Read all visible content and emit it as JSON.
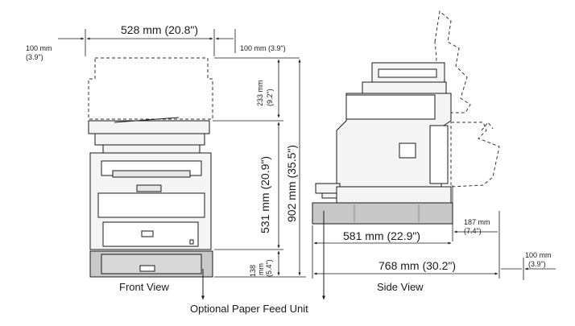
{
  "front_view": {
    "caption": "Front View",
    "dims": {
      "width_top": "528 mm (20.8\")",
      "clear_left_a": "100 mm",
      "clear_left_b": "(3.9\")",
      "clear_right": "100 mm (3.9\")",
      "clear_top_a": "233 mm",
      "clear_top_b": "(9.2\")",
      "height_main": "531 mm (20.9\")",
      "height_total": "902 mm (35.5\")",
      "height_feeder_a": "138",
      "height_feeder_b": "mm",
      "height_feeder_c": "(5.4\")"
    }
  },
  "side_view": {
    "caption": "Side View",
    "dims": {
      "depth_main": "581 mm (22.9\")",
      "depth_total": "768 mm (30.2\")",
      "clear_side_a": "187 mm",
      "clear_side_b": "(7.4\")",
      "clear_back_a": "100 mm",
      "clear_back_b": "(3.9\")"
    }
  },
  "footnote": "Optional Paper Feed Unit",
  "colors": {
    "line": "#1a1a1a",
    "machine_fill": "#f4f4f4",
    "feeder_fill": "#c8c8c8",
    "dashed": "#333333"
  }
}
